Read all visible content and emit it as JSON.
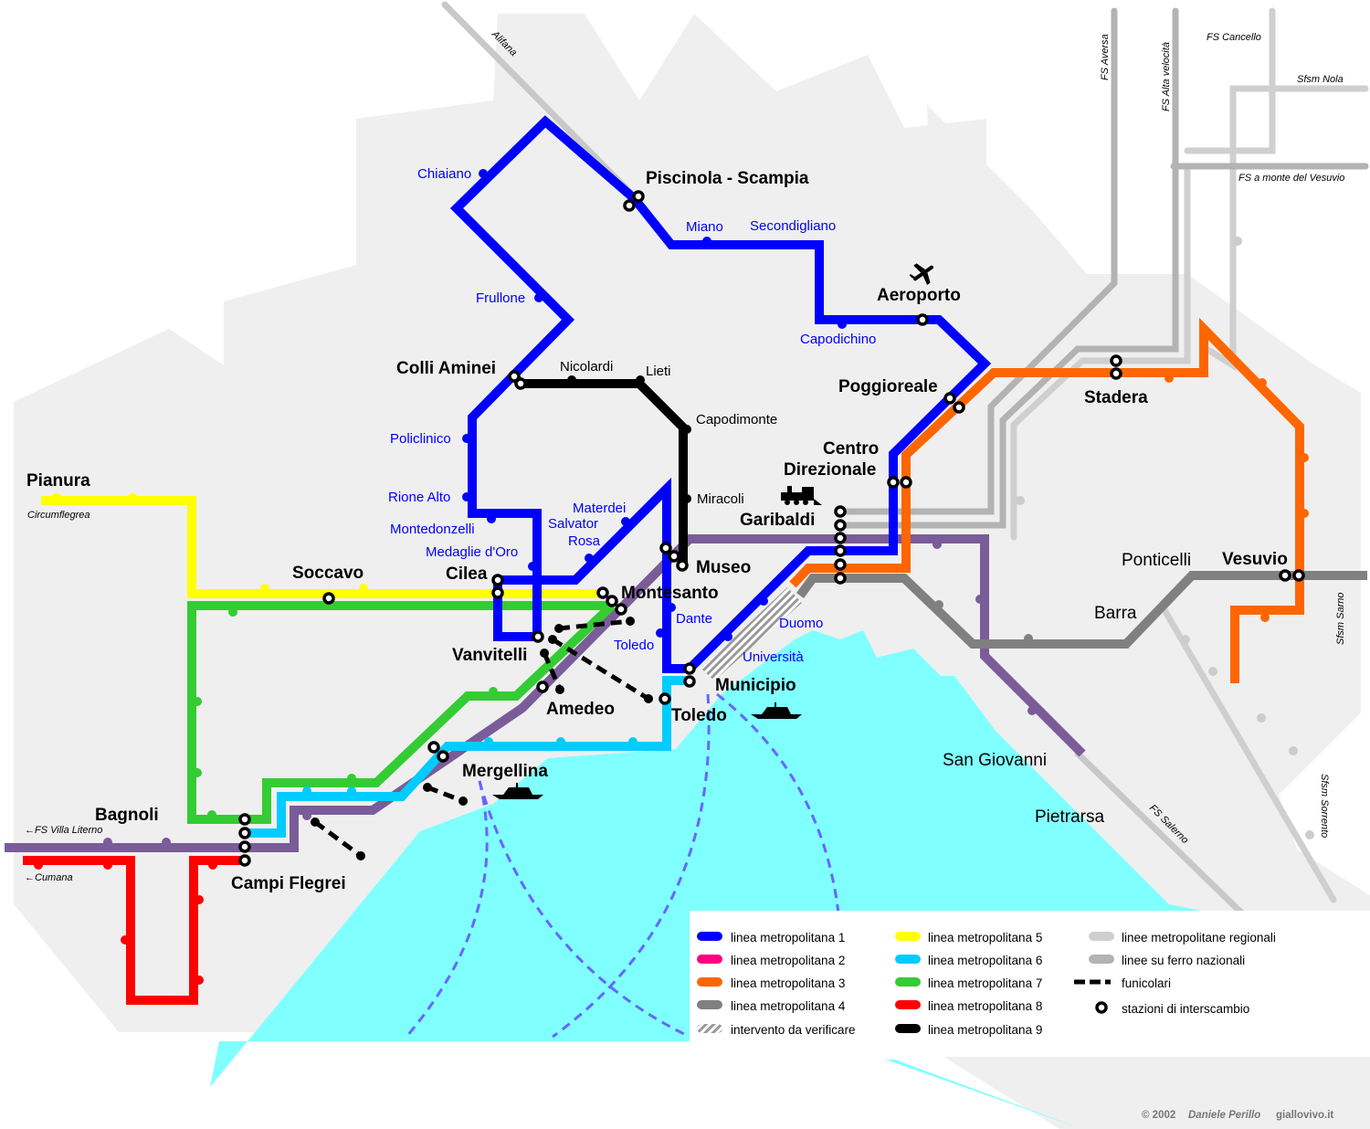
{
  "colors": {
    "line1": "#0000ff",
    "line2": "#ff0080",
    "line3": "#ff6600",
    "line4": "#808080",
    "line5": "#ffff00",
    "line6": "#00ccff",
    "line7": "#33cc33",
    "line8": "#ff0000",
    "line9": "#000000",
    "purple": "#7a5c99",
    "land": "#efefef",
    "sea": "#80ffff",
    "regional": "#cccccc",
    "national": "#b3b3b3"
  },
  "stations": {
    "chiaiano": "Chiaiano",
    "piscinola": "Piscinola - Scampia",
    "miano": "Miano",
    "secondigliano": "Secondigliano",
    "aeroporto": "Aeroporto",
    "capodichino": "Capodichino",
    "frullone": "Frullone",
    "colli_aminei": "Colli Aminei",
    "nicolardi": "Nicolardi",
    "lieti": "Lieti",
    "capodimonte": "Capodimonte",
    "poggioreale": "Poggioreale",
    "stadera": "Stadera",
    "centro": "Centro",
    "direzionale": "Direzionale",
    "policlinico": "Policlinico",
    "rione_alto": "Rione Alto",
    "miracoli": "Miracoli",
    "garibaldi": "Garibaldi",
    "pianura": "Pianura",
    "materdei": "Materdei",
    "salvator": "Salvator",
    "rosa": "Rosa",
    "montedonzelli": "Montedonzelli",
    "medaglie": "Medaglie d'Oro",
    "museo": "Museo",
    "soccavo": "Soccavo",
    "cilea": "Cilea",
    "montesanto": "Montesanto",
    "dante": "Dante",
    "toledo_l1": "Toledo",
    "vanvitelli": "Vanvitelli",
    "duomo": "Duomo",
    "universita": "Università",
    "ponticelli": "Ponticelli",
    "vesuvio": "Vesuvio",
    "barra": "Barra",
    "municipio": "Municipio",
    "amedeo": "Amedeo",
    "toledo": "Toledo",
    "mergellina": "Mergellina",
    "san_giovanni": "San Giovanni",
    "pietrarsa": "Pietrarsa",
    "bagnoli": "Bagnoli",
    "campi_flegrei": "Campi Flegrei"
  },
  "rail_labels": {
    "circumflegrea": "Circumflegrea",
    "villa_literno": "←FS Villa Literno",
    "cumana": "←Cumana",
    "alifana": "Alifana",
    "fs_aversa": "FS Aversa",
    "fs_alta_velocita": "FS Alta velocità",
    "fs_cancello": "FS Cancello",
    "sfsm_nola": "Sfsm Nola",
    "fs_monte_vesuvio": "FS a monte del Vesuvio",
    "sfsm_sarno": "Sfsm Sarno",
    "sfsm_sorrento": "Sfsm Sorrento",
    "fs_salerno": "FS Salerno"
  },
  "legend": {
    "items": [
      "linea metropolitana 1",
      "linea metropolitana 2",
      "linea metropolitana 3",
      "linea metropolitana 4",
      "intervento da verificare",
      "linea metropolitana 5",
      "linea metropolitana 6",
      "linea metropolitana 7",
      "linea metropolitana 8",
      "linea metropolitana 9",
      "linee metropolitane regionali",
      "linee su ferro nazionali",
      "funicolari",
      "stazioni di interscambio"
    ]
  },
  "credits": {
    "year": "© 2002",
    "author": "Daniele Perillo",
    "site": "giallovivo.it"
  },
  "icons": [
    "airplane-icon",
    "train-icon",
    "ferry-icon"
  ]
}
